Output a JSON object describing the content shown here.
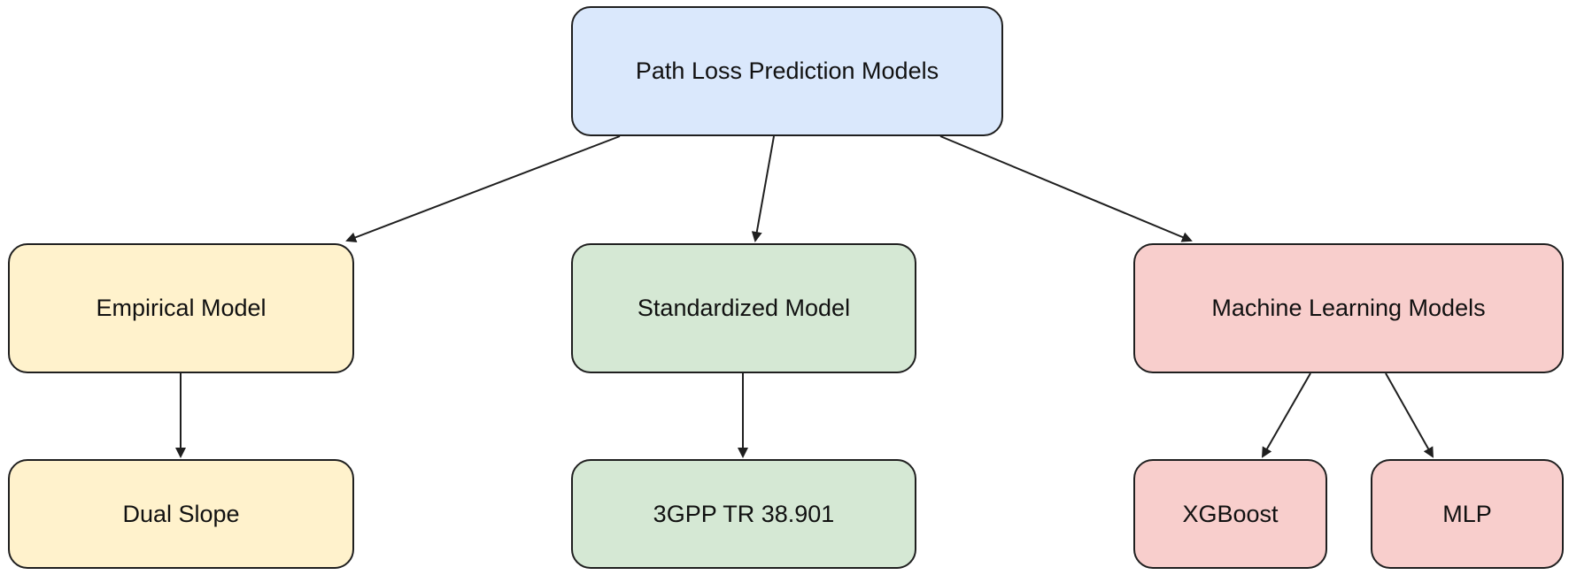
{
  "nodes": {
    "root": {
      "label": "Path Loss Prediction Models",
      "fill": "#dae8fc"
    },
    "empirical": {
      "label": "Empirical Model",
      "fill": "#fff2cc"
    },
    "standardized": {
      "label": "Standardized Model",
      "fill": "#d5e8d4"
    },
    "machine_learning": {
      "label": "Machine Learning Models",
      "fill": "#f8cecc"
    },
    "dual_slope": {
      "label": "Dual Slope",
      "fill": "#fff2cc"
    },
    "tr38901": {
      "label": "3GPP TR 38.901",
      "fill": "#d5e8d4"
    },
    "xgboost": {
      "label": "XGBoost",
      "fill": "#f8cecc"
    },
    "mlp": {
      "label": "MLP",
      "fill": "#f8cecc"
    }
  },
  "edges": [
    {
      "from": "root",
      "to": "empirical"
    },
    {
      "from": "root",
      "to": "standardized"
    },
    {
      "from": "root",
      "to": "machine_learning"
    },
    {
      "from": "empirical",
      "to": "dual_slope"
    },
    {
      "from": "standardized",
      "to": "tr38901"
    },
    {
      "from": "machine_learning",
      "to": "xgboost"
    },
    {
      "from": "machine_learning",
      "to": "mlp"
    }
  ],
  "colors": {
    "stroke": "#1f1f1f",
    "arrow": "#1f1f1f"
  }
}
